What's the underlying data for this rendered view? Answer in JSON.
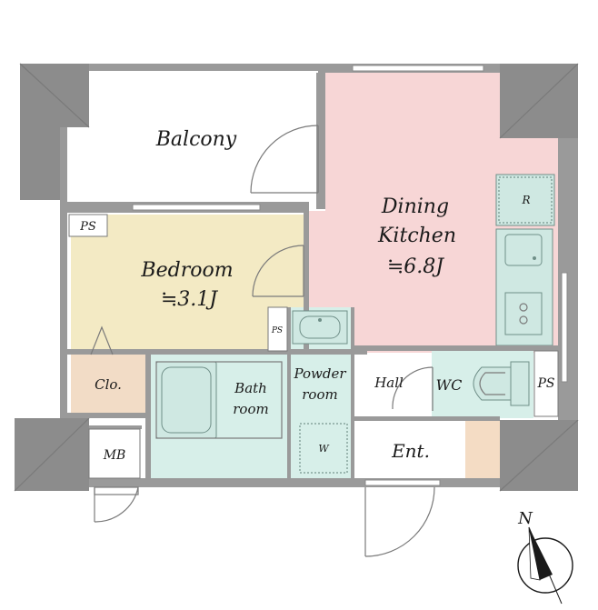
{
  "rooms": {
    "balcony": "Balcony",
    "dining_kitchen_line1": "Dining",
    "dining_kitchen_line2": "Kitchen",
    "dining_kitchen_area": "≒6.8J",
    "bedroom": "Bedroom",
    "bedroom_area": "≒3.1J",
    "closet": "Clo.",
    "bath_line1": "Bath",
    "bath_line2": "room",
    "powder_line1": "Powder",
    "powder_line2": "room",
    "washer": "W",
    "hall": "Hall",
    "wc": "WC",
    "entrance": "Ent.",
    "meter_box": "MB",
    "ps_bedroom": "PS",
    "ps_small": "PS",
    "ps_right": "PS",
    "refrigerator": "R"
  },
  "compass": {
    "north": "N"
  },
  "colors": {
    "dining_kitchen": "#f7d6d6",
    "bedroom": "#f3eac4",
    "closet": "#f2dcc6",
    "wet_area": "#d7efe9",
    "entrance_shoe": "#f4dcc4",
    "wall": "#9a9a9a"
  }
}
